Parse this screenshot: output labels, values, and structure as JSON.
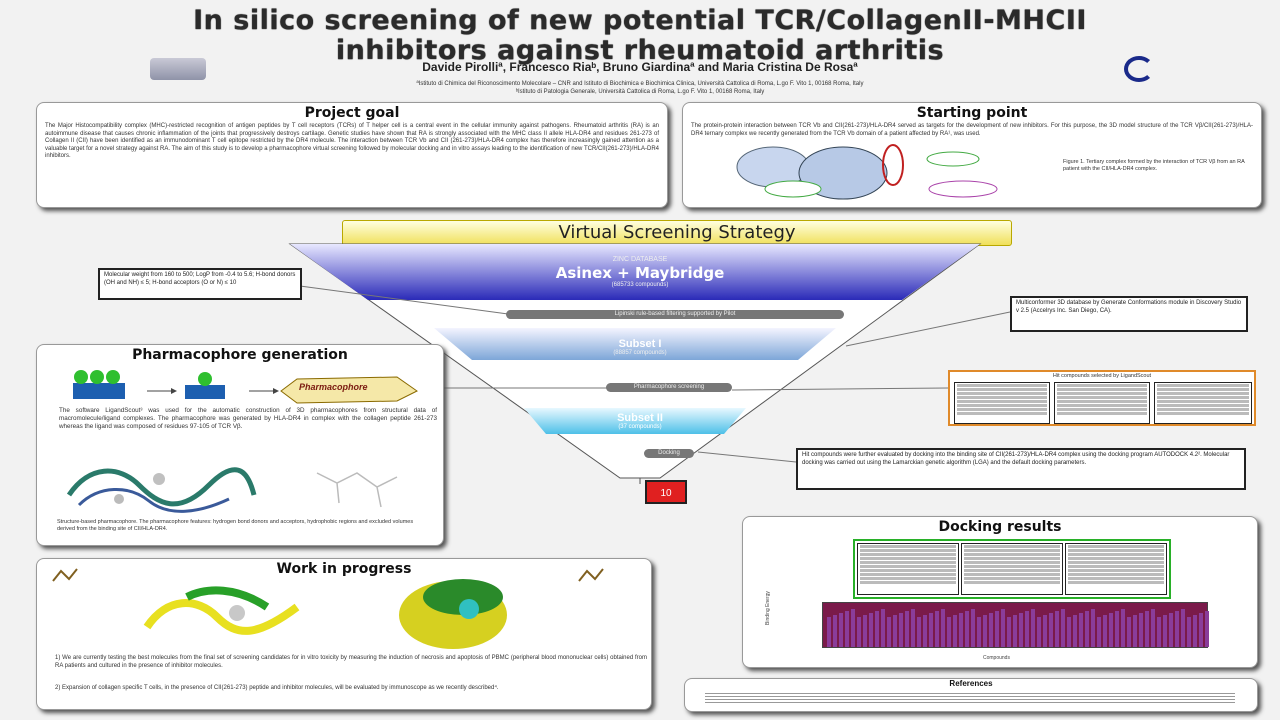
{
  "poster": {
    "title_line1": "In silico screening of new potential TCR/CollagenII-MHCII",
    "title_line2": "inhibitors against rheumatoid arthritis",
    "authors": "Davide Pirolliª, Francesco Riaᵇ, Bruno Giardinaª and Maria Cristina De Rosaª",
    "affiliation_1": "ªIstituto di Chimica del Riconoscimento Molecolare – CNR and Istituto di Biochimica e Biochimica Clinica, Università Cattolica di Roma, L.go F. Vito 1, 00168 Roma, Italy",
    "affiliation_2": "ᵇIstituto di Patologia Generale, Università Cattolica di Roma, L.go F. Vito 1, 00168 Roma, Italy"
  },
  "project_goal": {
    "heading": "Project goal",
    "text": "The Major Histocompatibility complex (MHC)-restricted recognition of antigen peptides by T cell receptors (TCRs) of T helper cell is a central event in the cellular immunity against pathogens. Rheumatoid arthritis (RA) is an autoimmune disease that causes chronic inflammation of the joints that progressively destroys cartilage. Genetic studies have shown that RA is strongly associated with the MHC class II allele HLA-DR4 and residues 261-273 of Collagen II (CII) have been identified as an immunodominant T cell epitope restricted by the DR4 molecule. The interaction between TCR Vb and CII (261-273)/HLA-DR4 complex has therefore increasingly gained attention as a valuable target for a novel strategy against RA. The aim of this study is to develop a pharmacophore virtual screening followed by molecular docking and in vitro assays leading to the identification of new TCR/CII(261-273)/HLA-DR4 inhibitors."
  },
  "starting_point": {
    "heading": "Starting point",
    "text": "The protein-protein interaction between TCR Vb and CII(261-273)/HLA-DR4 served as targets for the development of new inhibitors. For this purpose, the 3D model structure of the TCR Vβ/CII(261-273)/HLA-DR4 ternary complex we recently generated from the TCR Vb domain of a patient affected by RA¹, was used.",
    "caption": "Figure 1. Tertiary complex formed by the interaction of TCR Vβ from an RA patient with the CII/HLA-DR4 complex."
  },
  "strategy": {
    "banner": "Virtual Screening Strategy",
    "db_label": "ZINC DATABASE",
    "db_name": "Asinex + Maybridge",
    "db_count": "(685733 compounds)",
    "step1": "Lipinski rule-based filtering supported by Pilot",
    "subset1": "Subset I",
    "subset1_count": "(88857 compounds)",
    "step2": "Pharmacophore screening",
    "subset2": "Subset II",
    "subset2_count": "(37 compounds)",
    "step3": "Docking",
    "final": "10"
  },
  "notes": {
    "lipinski": "Molecular weight from 160 to 500; LogP from -0.4 to 5.6; H-bond donors (OH and NH) ≤ 5; H-bond acceptors (O or N) ≤ 10",
    "multiconformer": "Multiconformer 3D database by Generate Conformations module in Discovery Studio v 2.5 (Accelrys Inc. San Diego, CA).",
    "hits_title": "Hit compounds selected by LigandScout",
    "docking_note": "Hit compounds were further evaluated by docking into the binding site of CII(261-273)/HLA-DR4 complex using the docking program AUTODOCK 4.2². Molecular docking was carried out using the Lamarckian genetic algorithm (LGA) and the default docking parameters."
  },
  "pharmacophore": {
    "heading": "Pharmacophore generation",
    "label": "Pharmacophore",
    "text": "The software LigandScout³ was used for the automatic construction of 3D pharmacophores from structural data of macromolecule/ligand complexes. The pharmacophore was generated by HLA-DR4 in complex with the collagen peptide 261-273 whereas the ligand was composed of residues 97-105 of TCR Vβ.",
    "caption": "Structure-based pharmacophore. The pharmacophore features: hydrogen bond donors and acceptors, hydrophobic regions and excluded volumes derived from the binding site of CII/HLA-DR4."
  },
  "work_in_progress": {
    "heading": "Work in progress",
    "item1": "1) We are currently testing the best molecules from the final set of screening candidates for in vitro toxicity by measuring the induction of necrosis and apoptosis of PBMC (peripheral blood mononuclear cells) obtained from RA patients and cultured in the presence of inhibitor molecules.",
    "item2": "2) Expansion of collagen specific T cells, in the presence of CII(261-273) peptide and inhibitor molecules, will be evaluated by immunoscope as we recently described⁴."
  },
  "docking_results": {
    "heading": "Docking results",
    "ylabel": "Binding Energy",
    "xlabel": "Compounds"
  },
  "references": {
    "heading": "References"
  }
}
